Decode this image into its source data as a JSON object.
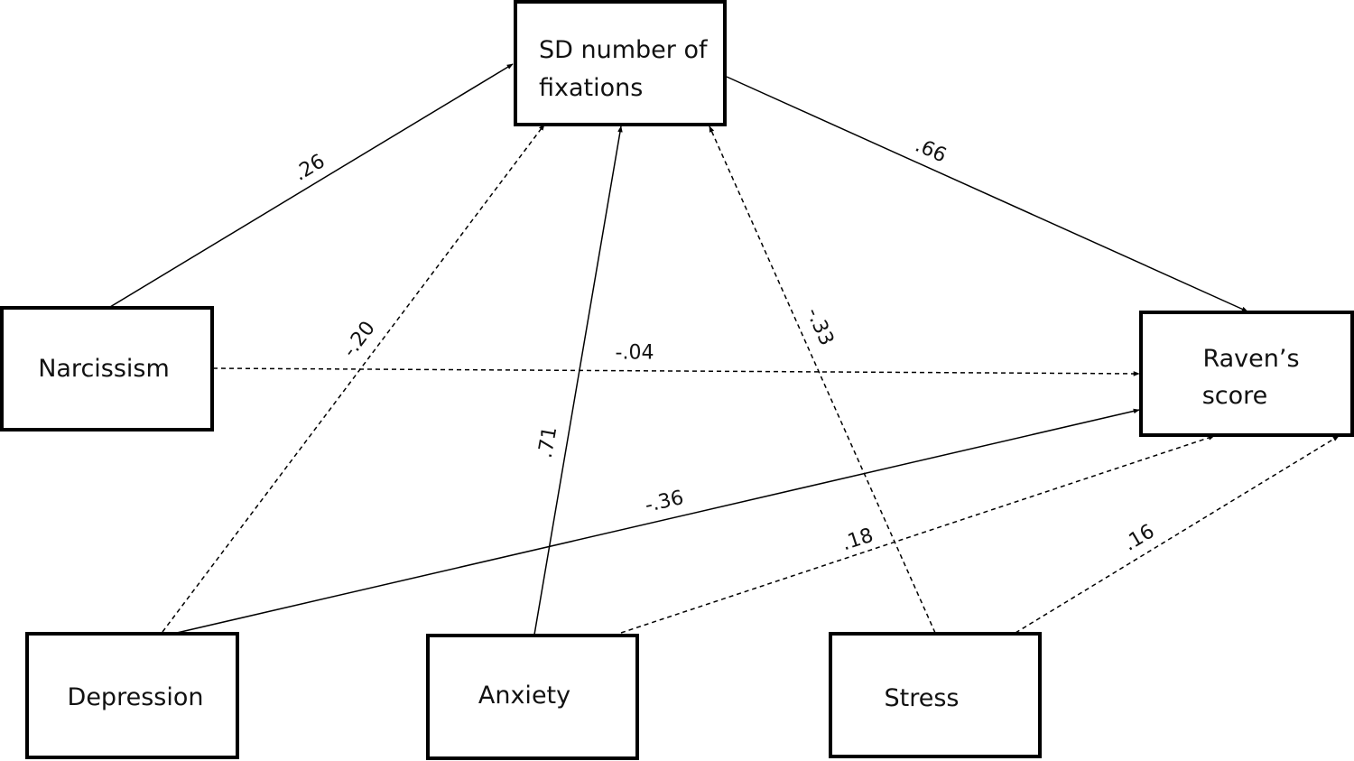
{
  "nodes": {
    "sd_fixations": {
      "lines": [
        "SD number of",
        "fixations"
      ]
    },
    "narcissism": {
      "lines": [
        "Narcissism"
      ]
    },
    "ravens": {
      "lines": [
        "Raven’s",
        "score"
      ]
    },
    "depression": {
      "lines": [
        "Depression"
      ]
    },
    "anxiety": {
      "lines": [
        "Anxiety"
      ]
    },
    "stress": {
      "lines": [
        "Stress"
      ]
    }
  },
  "edges": [
    {
      "id": "narcissism-to-sd",
      "from": "narcissism",
      "to": "sd_fixations",
      "coefficient": ".26",
      "style": "solid"
    },
    {
      "id": "depression-to-sd",
      "from": "depression",
      "to": "sd_fixations",
      "coefficient": "-.20",
      "style": "dashed"
    },
    {
      "id": "anxiety-to-sd",
      "from": "anxiety",
      "to": "sd_fixations",
      "coefficient": ".71",
      "style": "solid"
    },
    {
      "id": "stress-to-sd",
      "from": "stress",
      "to": "sd_fixations",
      "coefficient": "-.33",
      "style": "dashed"
    },
    {
      "id": "sd-to-ravens",
      "from": "sd_fixations",
      "to": "ravens",
      "coefficient": ".66",
      "style": "solid"
    },
    {
      "id": "narcissism-to-ravens",
      "from": "narcissism",
      "to": "ravens",
      "coefficient": "-.04",
      "style": "dashed"
    },
    {
      "id": "depression-to-ravens",
      "from": "depression",
      "to": "ravens",
      "coefficient": "-.36",
      "style": "solid"
    },
    {
      "id": "anxiety-to-ravens",
      "from": "anxiety",
      "to": "ravens",
      "coefficient": ".18",
      "style": "dashed"
    },
    {
      "id": "stress-to-ravens",
      "from": "stress",
      "to": "ravens",
      "coefficient": ".16",
      "style": "dashed"
    }
  ]
}
